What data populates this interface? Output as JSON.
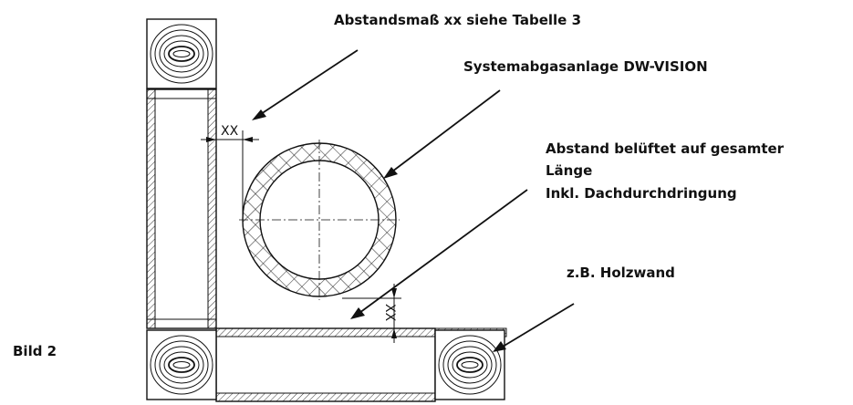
{
  "labels": {
    "clearance": "Abstandsmaß xx siehe Tabelle 3",
    "system": "Systemabgasanlage DW-VISION",
    "ventilated_line1": "Abstand belüftet auf gesamter",
    "ventilated_line2": "Länge",
    "ventilated_line3": "Inkl. Dachdurchdringung",
    "wall": "z.B. Holzwand",
    "figure": "Bild 2"
  },
  "dimension_marks": {
    "horizontal": "XX",
    "vertical": "XX"
  },
  "colors": {
    "stroke": "#111111",
    "background": "#ffffff"
  }
}
